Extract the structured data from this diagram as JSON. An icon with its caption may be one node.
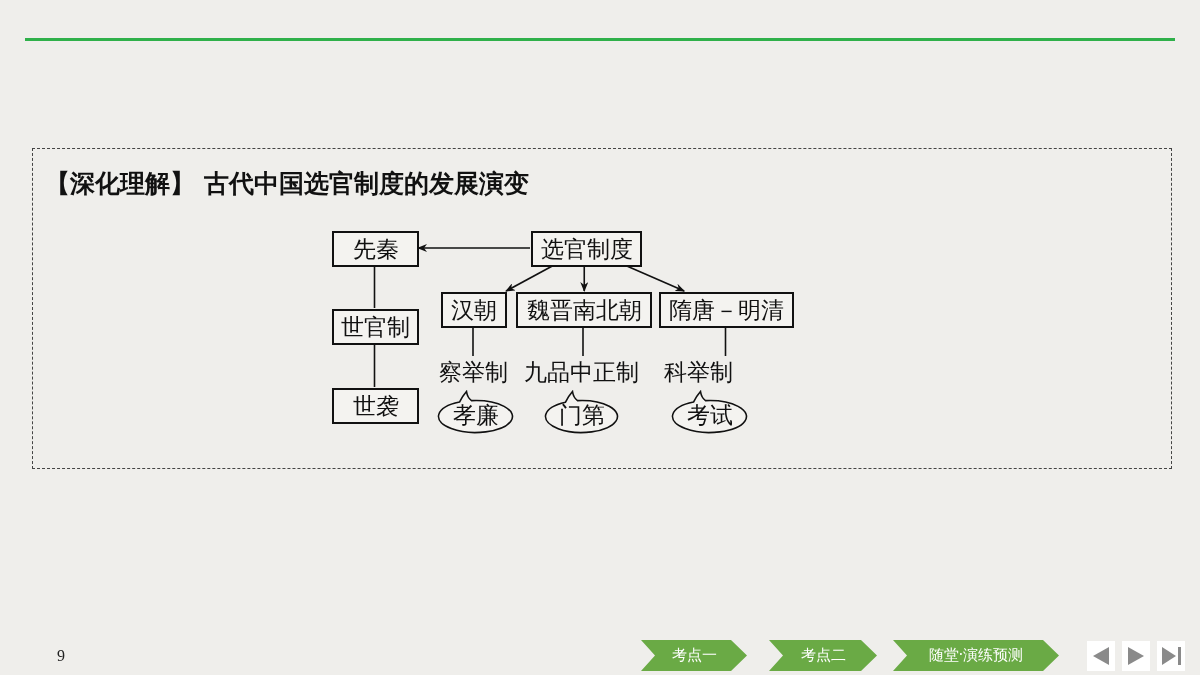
{
  "diagram": {
    "nodes": [
      {
        "text": [
          "【深化理解】 古代中国选官制度的发展演变"
        ]
      },
      {
        "text": [
          "先秦"
        ],
        "in": 0
      },
      {
        "text": [
          "选官制度"
        ],
        "in": 0
      },
      {
        "text": [
          "世官制"
        ],
        "in": 0
      },
      {
        "text": [
          "世袭"
        ],
        "in": 0
      },
      {
        "text": [
          "汉朝"
        ],
        "in": 0
      },
      {
        "text": [
          "魏晋南北朝"
        ],
        "in": 0
      },
      {
        "text": [
          "隋唐－明清"
        ],
        "in": 0
      },
      {
        "text": [
          "察举制"
        ],
        "in": 0
      },
      {
        "text": [
          "九品中正制"
        ],
        "in": 0
      },
      {
        "text": [
          "科举制"
        ],
        "in": 0
      },
      {
        "text": [
          "孝廉"
        ],
        "in": 0
      },
      {
        "text": [
          "门第"
        ],
        "in": 0
      },
      {
        "text": [
          "考试"
        ],
        "in": 0
      },
      {
        "text": [
          "考点一"
        ]
      },
      {
        "text": [
          "考点二"
        ]
      },
      {
        "text": [
          "随堂·演练预测"
        ]
      }
    ],
    "edges": [
      {
        "from": 2,
        "to": 1,
        "arrow": "to"
      },
      {
        "from": 1,
        "to": 3,
        "arrow": "none"
      },
      {
        "from": 3,
        "to": 4,
        "arrow": "none"
      },
      {
        "from": 2,
        "to": 5,
        "arrow": "to"
      },
      {
        "from": 2,
        "to": 6,
        "arrow": "to"
      },
      {
        "from": 2,
        "to": 7,
        "arrow": "to"
      },
      {
        "from": 5,
        "to": 8,
        "arrow": "none"
      },
      {
        "from": 6,
        "to": 9,
        "arrow": "none"
      },
      {
        "from": 7,
        "to": 10,
        "arrow": "none"
      }
    ],
    "labels": [
      "9"
    ]
  }
}
